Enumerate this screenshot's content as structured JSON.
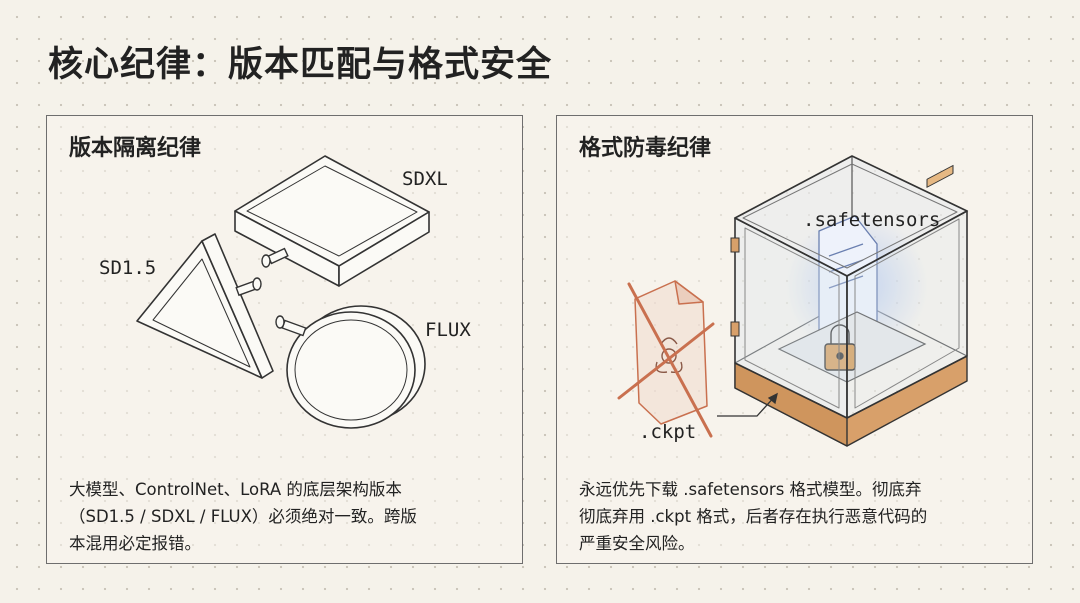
{
  "title": "核心纪律：版本匹配与格式安全",
  "panels": {
    "left": {
      "heading": "版本隔离纪律",
      "labels": {
        "sdxl": "SDXL",
        "sd15": "SD1.5",
        "flux": "FLUX"
      },
      "desc_line1": "大模型、ControlNet、LoRA 的底层架构版本",
      "desc_line2": "（SD1.5 / SDXL / FLUX）必须绝对一致。跨版",
      "desc_line3": "本混用必定报错。"
    },
    "right": {
      "heading": "格式防毒纪律",
      "labels": {
        "safetensors": ".safetensors",
        "ckpt": ".ckpt"
      },
      "desc_line1": "永远优先下载 .safetensors 格式模型。彻底弃",
      "desc_line2": "彻底弃用 .ckpt 格式，后者存在执行恶意代码的",
      "desc_line3": "严重安全风险。"
    }
  },
  "colors": {
    "accent_red": "#c9704f",
    "glow_blue": "#9fb8e8",
    "wood": "#d8a06a",
    "line": "#333333"
  },
  "icons": [
    "triangle-block",
    "square-block",
    "round-block",
    "glass-safe-box",
    "padlock-icon",
    "crossed-file-icon",
    "biohazard-icon"
  ]
}
